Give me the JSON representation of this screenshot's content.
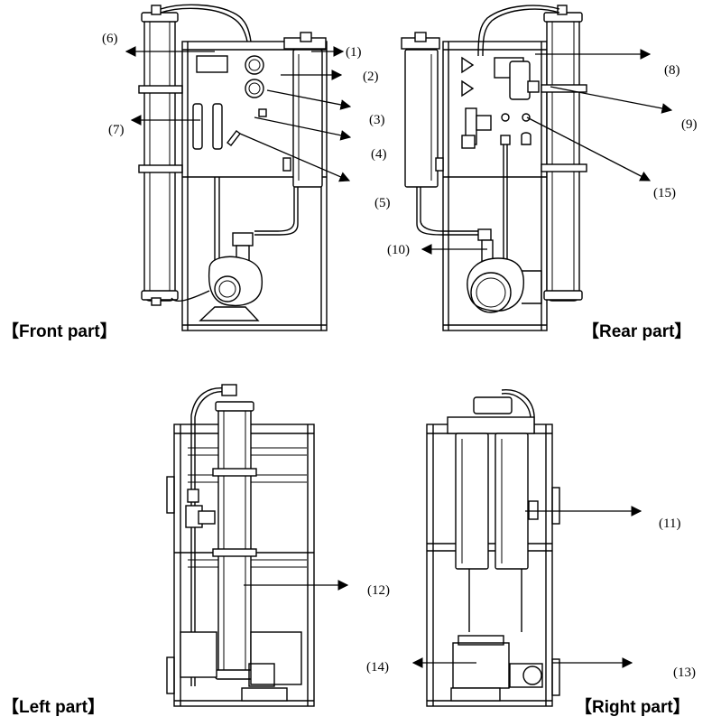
{
  "views": {
    "front": "【Front part】",
    "rear": "【Rear part】",
    "left": "【Left part】",
    "right": "【Right part】"
  },
  "callouts": {
    "c1": "(1)",
    "c2": "(2)",
    "c3": "(3)",
    "c4": "(4)",
    "c5": "(5)",
    "c6": "(6)",
    "c7": "(7)",
    "c8": "(8)",
    "c9": "(9)",
    "c10": "(10)",
    "c11": "(11)",
    "c12": "(12)",
    "c13": "(13)",
    "c14": "(14)",
    "c15": "(15)"
  }
}
